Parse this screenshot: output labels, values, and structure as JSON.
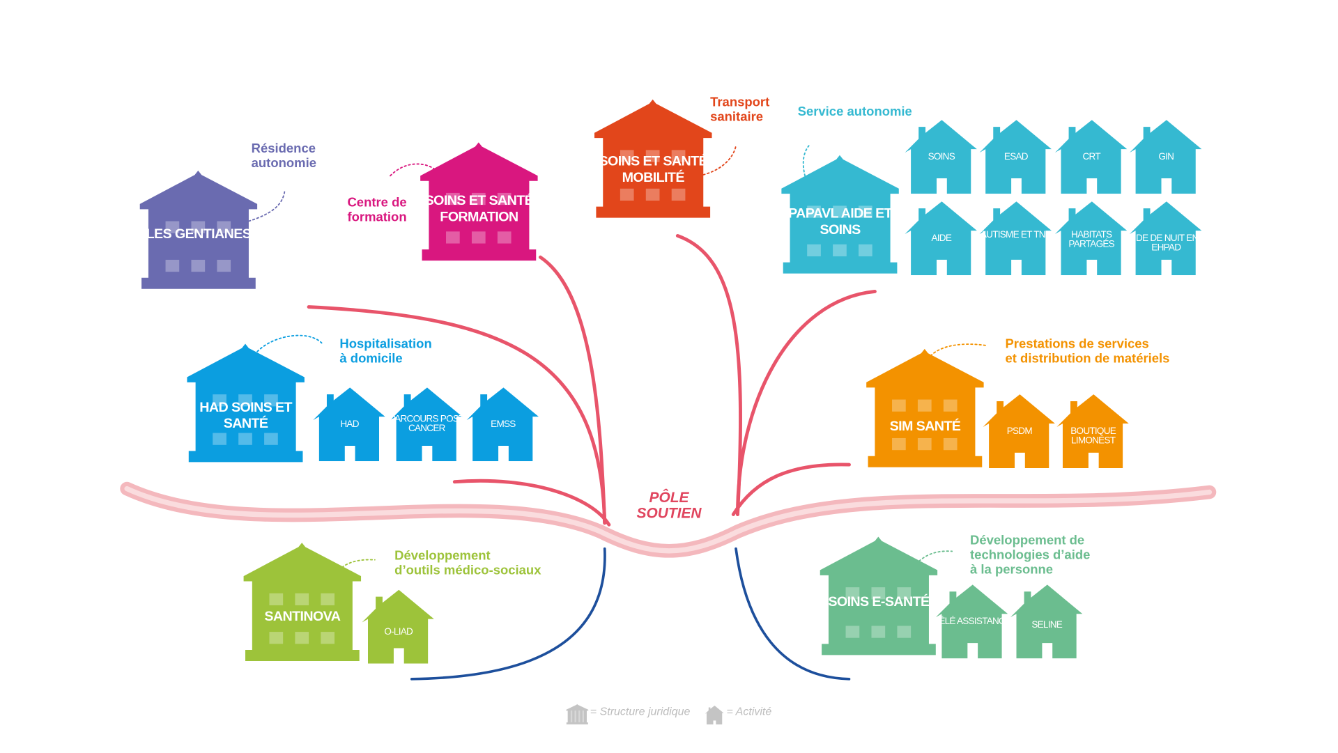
{
  "center": {
    "label": "PÔLE\nSOUTIEN",
    "color": "#e0455e"
  },
  "colors": {
    "branch": "#e8546a",
    "branch_low": "#1d4f9c",
    "ribbon": "#f4b8bd"
  },
  "groups": [
    {
      "caption": "Résidence\nautonomie",
      "color": "#6a6bb0",
      "structure": "LES\nGENTIANES",
      "activities": []
    },
    {
      "caption": "Centre de\nformation",
      "color": "#d9177f",
      "structure": "SOINS ET\nSANTÉ\nFORMATION",
      "activities": []
    },
    {
      "caption": "Transport\nsanitaire",
      "color": "#e2461b",
      "structure": "SOINS ET\nSANTÉ\nMOBILITÉ",
      "activities": []
    },
    {
      "caption": "Service autonomie",
      "color": "#35b9d1",
      "structure": "PAPAVL\nAIDE ET\nSOINS",
      "activities": [
        "SOINS",
        "ESAD",
        "CRT",
        "GIN",
        "AIDE",
        "AUTISME\nET TND",
        "HABITATS\nPARTAGÉS",
        "IDE DE NUIT\nEN EHPAD"
      ]
    },
    {
      "caption": "Hospitalisation\nà domicile",
      "color": "#0b9ee0",
      "structure": "HAD SOINS\nET SANTÉ",
      "activities": [
        "HAD",
        "PARCOURS\nPOST\nCANCER",
        "EMSS"
      ]
    },
    {
      "caption": "Prestations de services\net distribution de matériels",
      "color": "#f39200",
      "structure": "SIM SANTÉ",
      "activities": [
        "PSDM",
        "BOUTIQUE\nLIMONEST"
      ]
    },
    {
      "caption": "Développement\nd’outils médico-sociaux",
      "color": "#9dc33a",
      "structure": "SANTINOVA",
      "activities": [
        "O-LIAD"
      ]
    },
    {
      "caption": "Développement de\ntechnologies d’aide\nà la personne",
      "color": "#6bbd8f",
      "structure": "SOINS\nE-SANTÉ",
      "activities": [
        "TÉLÉ\nASSISTANCE",
        "SELINE"
      ]
    }
  ],
  "legend": {
    "structure": "= Structure juridique",
    "activity": "= Activité",
    "color": "#c4c4c4"
  }
}
